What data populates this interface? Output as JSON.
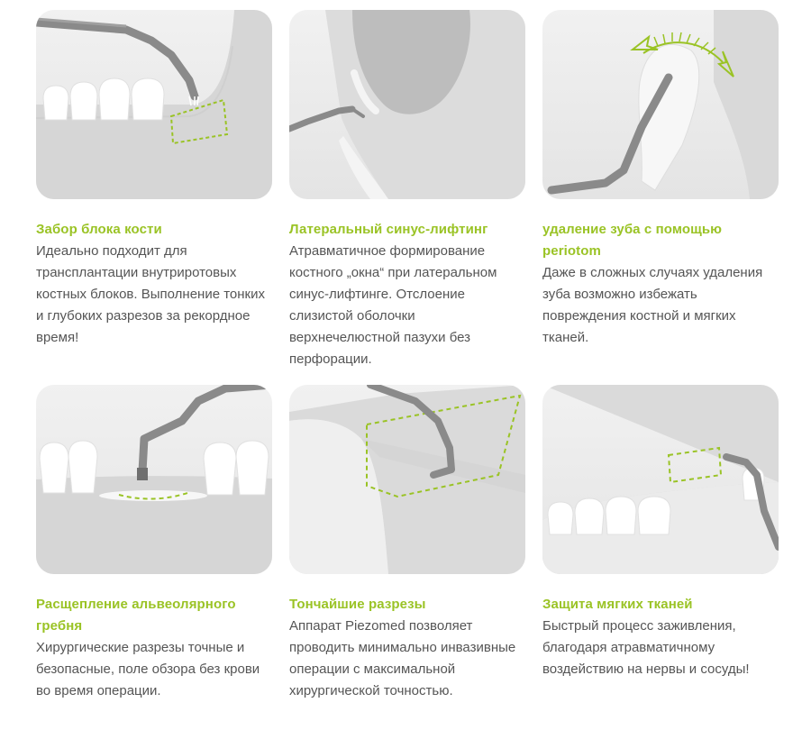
{
  "cards": [
    {
      "title": "Забор блока кости",
      "description": "Идеально подходит для трансплантации внутриротовых костных блоков. Выполнение тонких и глубоких разрезов за рекордное время!"
    },
    {
      "title": "Латеральный синус-лифтинг",
      "description": "Атравматичное формирование костного „окна“ при латеральном синус-лифтинге. Отслоение слизистой оболочки верхнечелюстной пазухи без перфорации."
    },
    {
      "title": "удаление зуба с помощью periotom",
      "description": "Даже в сложных случаях удаления зуба возможно избежать повреждения костной и мягких тканей."
    },
    {
      "title": "Расщепление альвеолярного гребня",
      "description": "Хирургические разрезы точные и безопасные, поле обзора без крови во время операции."
    },
    {
      "title": "Тончайшие разрезы",
      "description": "Аппарат Piezomed позволяет проводить минимально инвазивные операции с максимальной хирургической точностью."
    },
    {
      "title": "Защита мягких тканей",
      "description": "Быстрый процесс заживления, благодаря атравматичному воздействию на нервы и сосуды!"
    }
  ],
  "colors": {
    "accent": "#9ac325",
    "text": "#555555",
    "panel": "#e8e8e8",
    "instrument": "#8a8a8a"
  }
}
